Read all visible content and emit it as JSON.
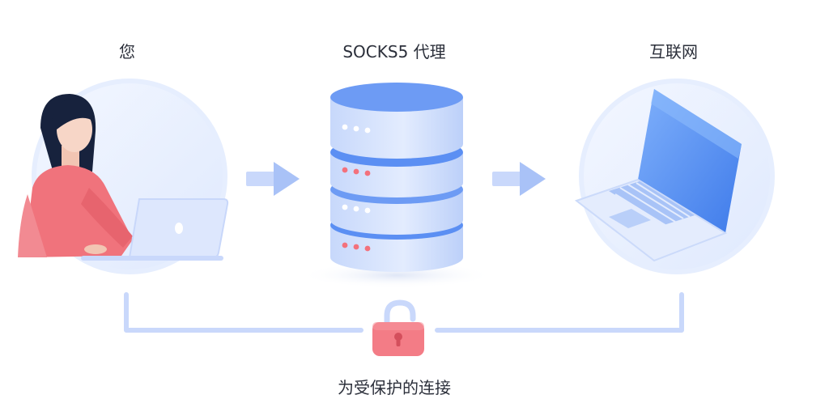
{
  "labels": {
    "you": "您",
    "proxy": "SOCKS5 代理",
    "internet": "互联网",
    "secure_connection": "为受保护的连接"
  },
  "icons": {
    "user": "person-with-laptop-icon",
    "server": "server-stack-icon",
    "internet": "laptop-icon",
    "lock": "unlocked-padlock-icon",
    "arrow": "arrow-right-icon"
  },
  "colors": {
    "accent_blue": "#5b8ff3",
    "light_blue": "#dbe6fd",
    "connector": "#c9d8fb",
    "lock_pink": "#f37c86",
    "user_shirt": "#f0737c",
    "text": "#2b2f3a"
  }
}
